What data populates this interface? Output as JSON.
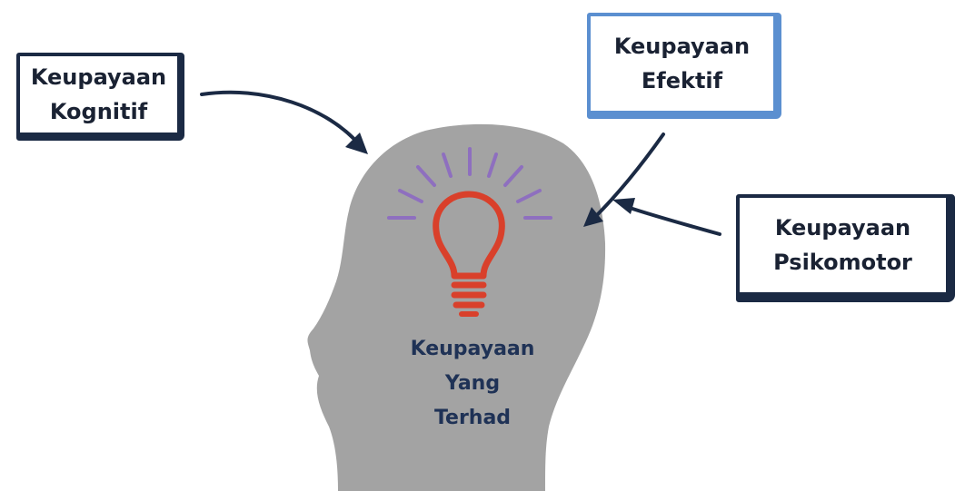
{
  "diagram": {
    "boxes": {
      "kognitif": [
        "Keupayaan",
        "Kognitif"
      ],
      "efektif": [
        "Keupayaan",
        "Efektif"
      ],
      "psikomotor": [
        "Keupayaan",
        "Psikomotor"
      ]
    },
    "center_label": [
      "Keupayaan",
      "Yang",
      "Terhad"
    ]
  },
  "colors": {
    "head": "#a3a3a3",
    "dark_navy": "#1b2a44",
    "light_blue": "#5b8fd0",
    "bulb": "#d9402b",
    "rays": "#8e6fbf",
    "center_text": "#1f3256"
  },
  "icons": {
    "bulb": "lightbulb-icon",
    "rays": "idea-rays-icon"
  }
}
